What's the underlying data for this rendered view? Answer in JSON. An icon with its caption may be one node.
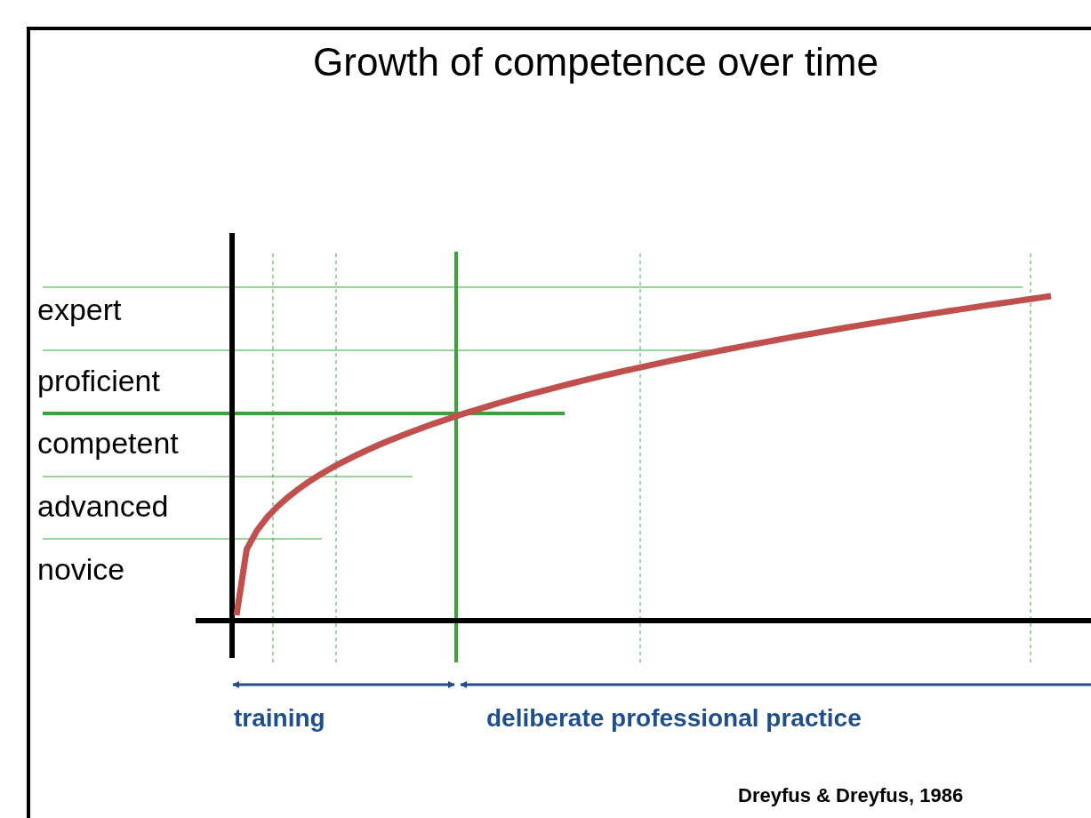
{
  "diagram": {
    "title": "Growth of competence over time",
    "labels": [
      "expert",
      "proficient",
      "competent",
      "advanced",
      "novice",
      "training",
      "deliberate professional practice",
      "Dreyfus & Dreyfus, 1986"
    ]
  }
}
